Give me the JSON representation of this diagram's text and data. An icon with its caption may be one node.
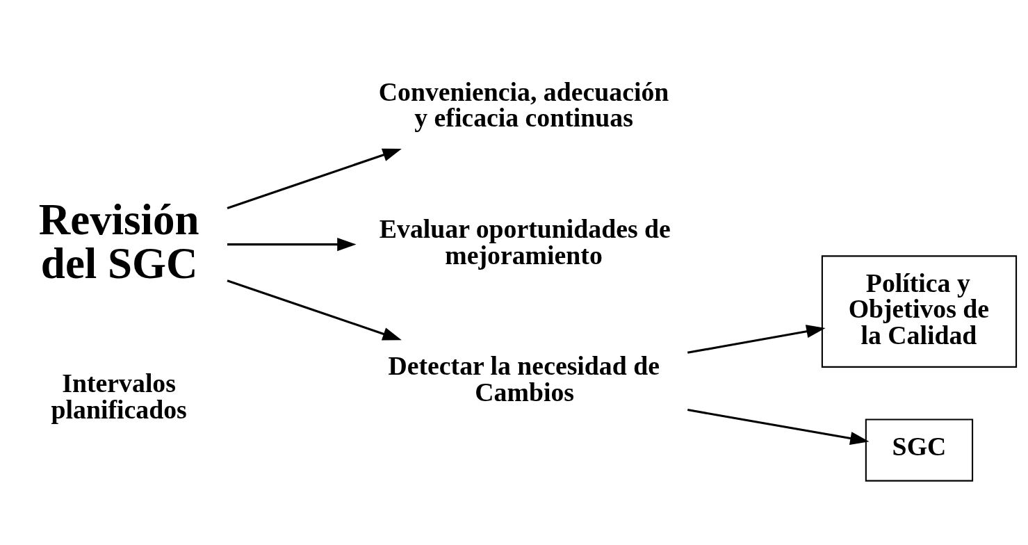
{
  "diagram": {
    "nodes": [
      {
        "text": [
          "Revisión del SGC"
        ]
      },
      {
        "text": [
          "Conveniencia, adecuación y eficacia continuas"
        ]
      },
      {
        "text": [
          "Evaluar oportunidades de mejoramiento"
        ]
      },
      {
        "text": [
          "Detectar la necesidad de Cambios"
        ]
      },
      {
        "text": [
          "Política y Objetivos de la Calidad"
        ]
      },
      {
        "text": [
          "SGC"
        ]
      }
    ],
    "edges": [
      {
        "from": 0,
        "to": 1,
        "arrow": "to"
      },
      {
        "from": 0,
        "to": 2,
        "arrow": "to"
      },
      {
        "from": 0,
        "to": 3,
        "arrow": "to"
      },
      {
        "from": 3,
        "to": 4,
        "arrow": "to"
      },
      {
        "from": 3,
        "to": 5,
        "arrow": "to"
      }
    ],
    "labels": [
      "Intervalos planificados"
    ]
  }
}
